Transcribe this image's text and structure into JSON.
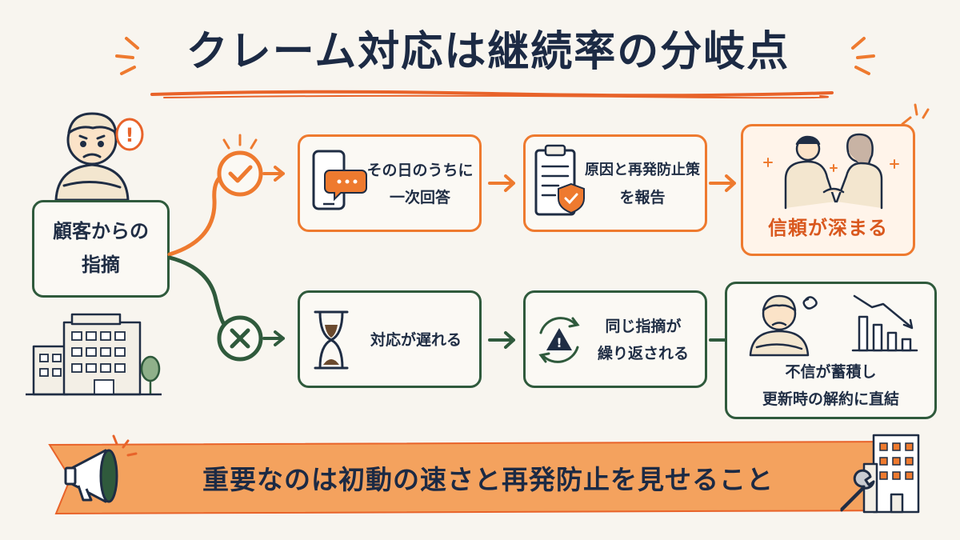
{
  "title": "クレーム対応は継続率の分岐点",
  "start": {
    "line1": "顧客からの",
    "line2": "指摘"
  },
  "top_path": {
    "step1": {
      "line1": "その日のうちに",
      "line2": "一次回答"
    },
    "step2": {
      "line1": "原因と再発防止策",
      "line2": "を報告"
    },
    "result": "信頼が深まる"
  },
  "bottom_path": {
    "step1": "対応が遅れる",
    "step2": {
      "line1": "同じ指摘が",
      "line2": "繰り返される"
    },
    "result": {
      "line1": "不信が蓄積し",
      "line2": "更新時の解約に直結"
    }
  },
  "banner": "重要なのは初動の速さと再発防止を見せること",
  "colors": {
    "orange": "#ee7a2f",
    "green": "#2f5a3c",
    "navy": "#1c2a44",
    "banner": "#f4a25e"
  }
}
